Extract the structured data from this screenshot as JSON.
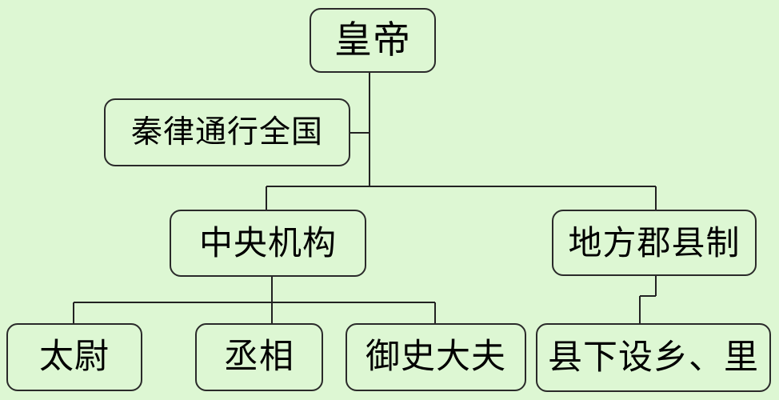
{
  "diagram": {
    "nodes": {
      "emperor": "皇帝",
      "law": "秦律通行全国",
      "central": "中央机构",
      "local": "地方郡县制",
      "taiwei": "太尉",
      "chengxiang": "丞相",
      "yushi": "御史大夫",
      "county": "县下设乡、里"
    }
  }
}
